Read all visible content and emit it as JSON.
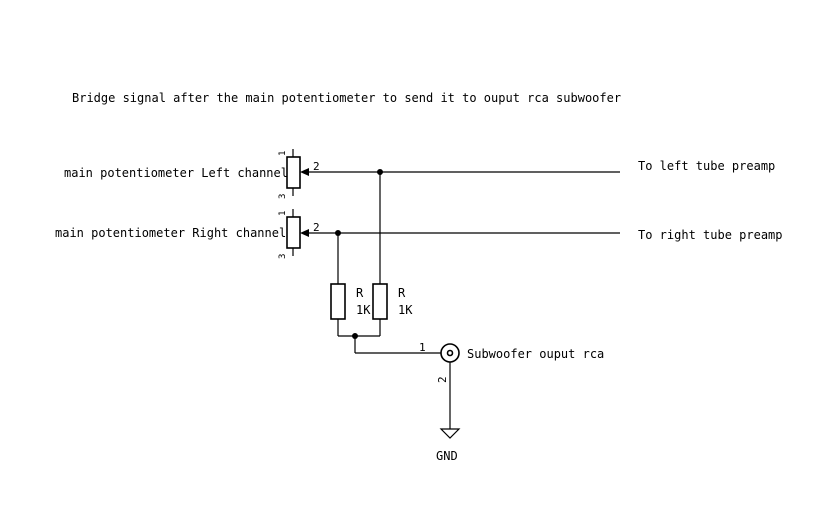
{
  "title": "Bridge signal after the main potentiometer to send it to ouput rca subwoofer",
  "pot_left": {
    "label": "main potentiometer Left channel",
    "pin_1": "1",
    "pin_2": "2",
    "pin_3": "3"
  },
  "pot_right": {
    "label": "main potentiometer Right channel",
    "pin_1": "1",
    "pin_2": "2",
    "pin_3": "3"
  },
  "net_left": "To left tube preamp",
  "net_right": "To right tube preamp",
  "resistor_1": {
    "ref": "R",
    "value": "1K"
  },
  "resistor_2": {
    "ref": "R",
    "value": "1K"
  },
  "rca": {
    "label": "Subwoofer ouput rca",
    "pin_1": "1",
    "pin_2": "2"
  },
  "ground": {
    "label": "GND"
  },
  "colors": {
    "stroke": "#000000",
    "background": "#ffffff"
  }
}
